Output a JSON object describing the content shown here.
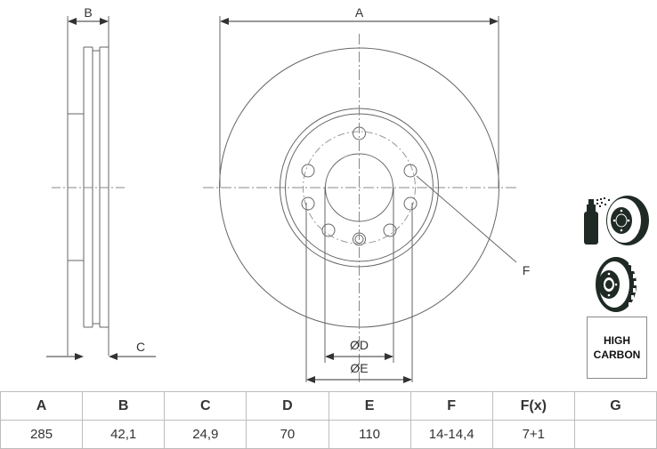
{
  "drawing": {
    "labels": {
      "a": "A",
      "b": "B",
      "c": "C",
      "d": "ØD",
      "e": "ØE",
      "f": "F"
    }
  },
  "icons": [
    {
      "name": "coated-disc-spray-icon"
    },
    {
      "name": "vented-disc-icon"
    }
  ],
  "badge": {
    "line1": "HIGH",
    "line2": "CARBON"
  },
  "spec_table": {
    "headers": [
      "A",
      "B",
      "C",
      "D",
      "E",
      "F",
      "F(x)",
      "G"
    ],
    "values": [
      "285",
      "42,1",
      "24,9",
      "70",
      "110",
      "14-14,4",
      "7+1",
      ""
    ]
  },
  "colors": {
    "line": "#555555",
    "icon": "#1f2a24",
    "grid": "#bdbdbd"
  }
}
